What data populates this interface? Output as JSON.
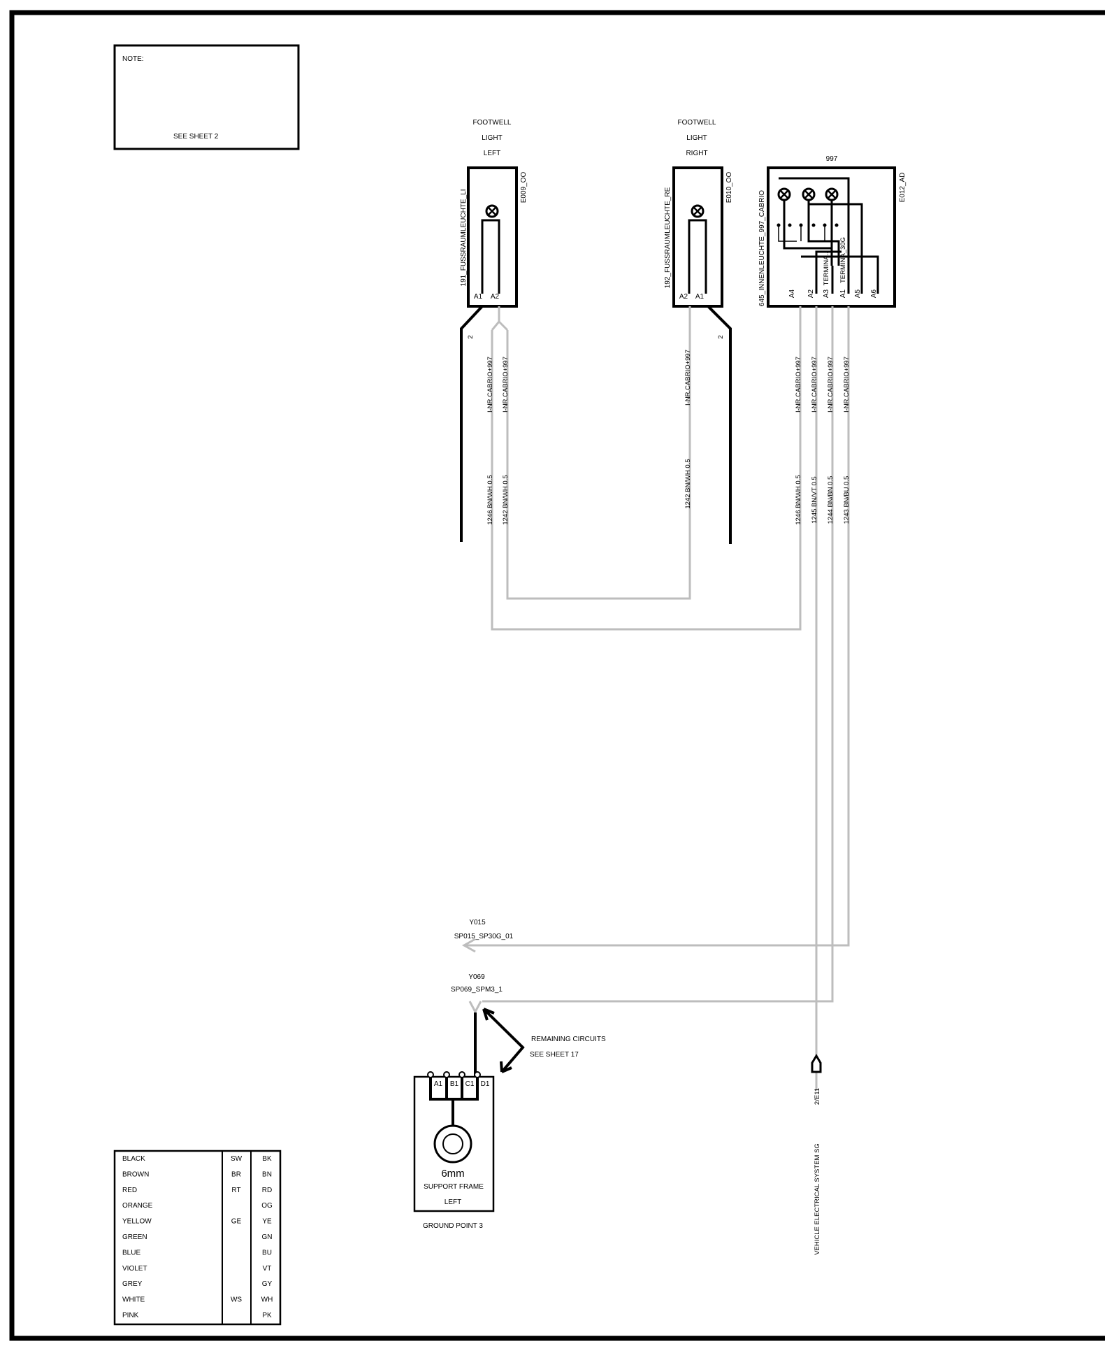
{
  "note": {
    "title": "NOTE:",
    "text": "SEE SHEET 2"
  },
  "footwell_left": {
    "title": [
      "FOOTWELL",
      "LIGHT",
      "LEFT"
    ],
    "name": "191_FUSSRAUMLEUCHTE_LI",
    "code": "E009_OO",
    "pins": [
      "A1",
      "A2"
    ],
    "ground_num": "2"
  },
  "footwell_right": {
    "title": [
      "FOOTWELL",
      "LIGHT",
      "RIGHT"
    ],
    "name": "192_FUSSRAUMLEUCHTE_RE",
    "code": "E010_OO",
    "pins": [
      "A2",
      "A1"
    ],
    "ground_num": "2"
  },
  "interior_light": {
    "title": "997",
    "name": "645_INNENLEUCHTE_997_CABRIO",
    "code": "E012_AD",
    "pins": [
      "A4",
      "A2",
      "A3",
      "A1",
      "A5",
      "A6"
    ],
    "terminals": [
      "TERMINA...",
      "TERMINA_30G"
    ]
  },
  "wires": {
    "wl1_variant": "I-NR.CABRIO+997",
    "wl1_spec": "1246 BN/WH 0.5",
    "wl2_variant": "I-NR.CABRIO+997",
    "wl2_spec": "1242 BN/WH 0.5",
    "wr_variant": "I-NR.CABRIO+997",
    "wr_spec": "1242 BN/WH 0.5",
    "wi1_variant": "I-NR.CABRIO+997",
    "wi1_spec": "1246 BN/WH 0.5",
    "wi2_variant": "I-NR.CABRIO+997",
    "wi2_spec": "1245 BN/VT 0.5",
    "wi3_variant": "I-NR.CABRIO+997",
    "wi3_spec": "1244 BN/BN 0.5",
    "wi4_variant": "I-NR.CABRIO+997",
    "wi4_spec": "1243 BN/BU 0.5"
  },
  "splices": {
    "y015_id": "Y015",
    "y015_name": "SP015_SP30G_01",
    "y069_id": "Y069",
    "y069_name": "SP069_SPM3_1"
  },
  "remaining": {
    "line1": "REMAINING CIRCUITS",
    "line2": "SEE SHEET 17"
  },
  "ground": {
    "pins": [
      "A1",
      "B1",
      "C1",
      "D1"
    ],
    "size": "6mm",
    "line1": "SUPPORT FRAME",
    "line2": "LEFT",
    "label": "GROUND POINT 3"
  },
  "connector_ref": {
    "code": "2/E11",
    "label": "VEHICLE ELECTRICAL SYSTEM  SG"
  },
  "color_table": [
    {
      "name": "BLACK",
      "de": "SW",
      "en": "BK"
    },
    {
      "name": "BROWN",
      "de": "BR",
      "en": "BN"
    },
    {
      "name": "RED",
      "de": "RT",
      "en": "RD"
    },
    {
      "name": "ORANGE",
      "de": "",
      "en": "OG"
    },
    {
      "name": "YELLOW",
      "de": "GE",
      "en": "YE"
    },
    {
      "name": "GREEN",
      "de": "",
      "en": "GN"
    },
    {
      "name": "BLUE",
      "de": "",
      "en": "BU"
    },
    {
      "name": "VIOLET",
      "de": "",
      "en": "VT"
    },
    {
      "name": "GREY",
      "de": "",
      "en": "GY"
    },
    {
      "name": "WHITE",
      "de": "WS",
      "en": "WH"
    },
    {
      "name": "PINK",
      "de": "",
      "en": "PK"
    }
  ],
  "colors": {
    "wire": "#bdbdbd",
    "line": "#000000"
  }
}
